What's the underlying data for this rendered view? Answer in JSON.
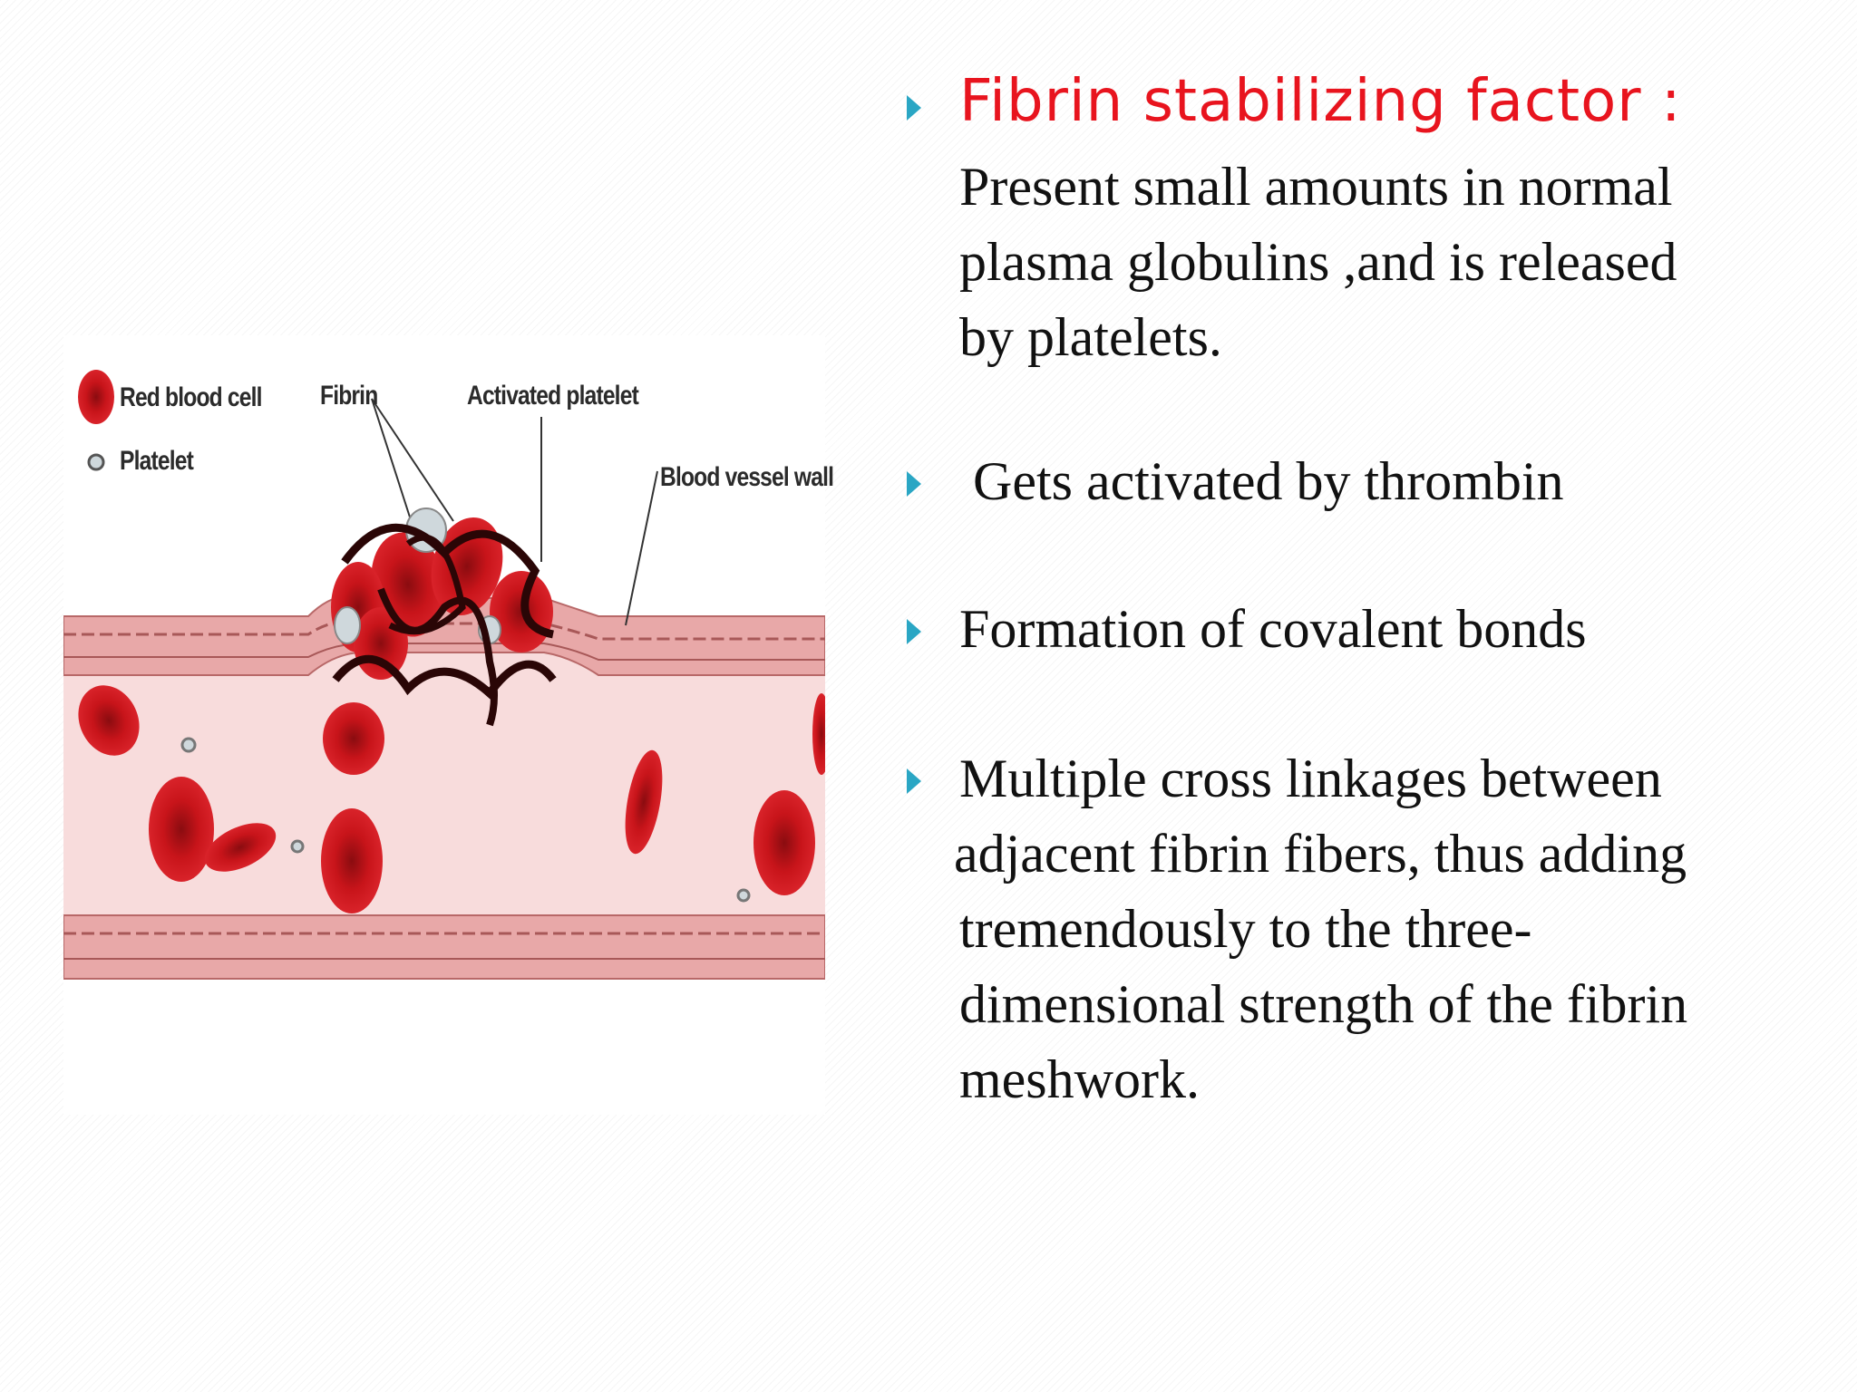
{
  "figure": {
    "labels": {
      "red_blood_cell": "Red blood cell",
      "platelet": "Platelet",
      "fibrin": "Fibrin",
      "activated_platelet": "Activated platelet",
      "blood_vessel_wall": "Blood vessel wall"
    }
  },
  "bullets": [
    {
      "heading": "Fibrin stabilizing factor :",
      "lines": [
        "Present small amounts in normal",
        "plasma globulins ,and is released",
        "by platelets."
      ]
    },
    {
      "lines": [
        " Gets activated by thrombin"
      ]
    },
    {
      "lines": [
        "Formation of covalent bonds"
      ]
    },
    {
      "lines": [
        "Multiple cross linkages between",
        "adjacent fibrin fibers, thus adding",
        "tremendously to the three-",
        "dimensional strength of the fibrin",
        "meshwork."
      ]
    }
  ],
  "colors": {
    "heading": "#e8141e",
    "bullet_arrow": "#2aa6c4",
    "text": "#111111",
    "blood_cell": "#c8141a",
    "vessel_lumen": "#f8dcdc",
    "vessel_wall": "#d88c8c"
  }
}
